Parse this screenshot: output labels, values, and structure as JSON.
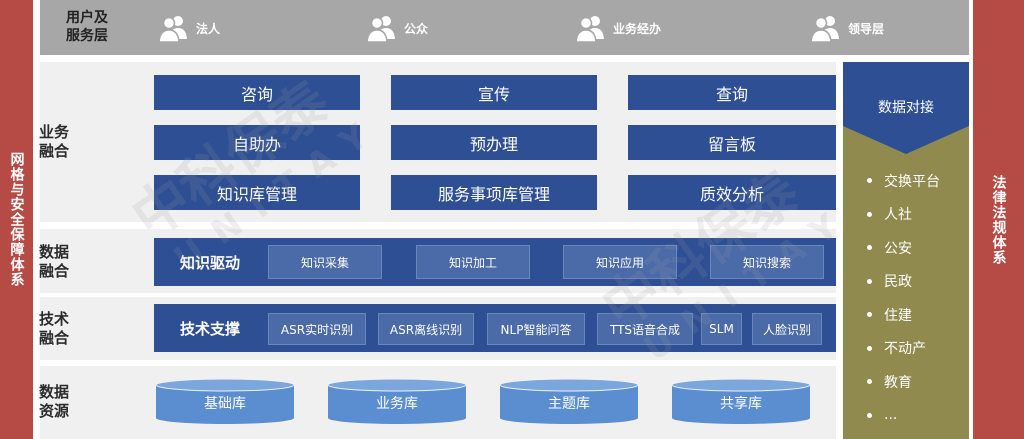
{
  "sides": {
    "left": "网格与安全保障体系",
    "right": "法律法规体系"
  },
  "top": {
    "label": "用户及服务层",
    "users": [
      {
        "icon": "person-icon",
        "label": "法人"
      },
      {
        "icon": "person-icon",
        "label": "公众"
      },
      {
        "icon": "person-icon",
        "label": "业务经办"
      },
      {
        "icon": "person-icon",
        "label": "领导层"
      }
    ]
  },
  "business": {
    "label": "业务融合",
    "items": [
      "咨询",
      "宣传",
      "查询",
      "自助办",
      "预办理",
      "留言板",
      "知识库管理",
      "服务事项库管理",
      "质效分析"
    ]
  },
  "data_fusion": {
    "label": "数据融合",
    "title": "知识驱动",
    "items": [
      "知识采集",
      "知识加工",
      "知识应用",
      "知识搜索"
    ]
  },
  "tech": {
    "label": "技术融合",
    "title": "技术支撑",
    "items": [
      "ASR实时识别",
      "ASR离线识别",
      "NLP智能问答",
      "TTS语音合成",
      "SLM",
      "人脸识别"
    ]
  },
  "resources": {
    "label": "数据资源",
    "items": [
      "基础库",
      "业务库",
      "主题库",
      "共享库"
    ]
  },
  "docking": {
    "title": "数据对接",
    "items": [
      "交换平台",
      "人社",
      "公安",
      "民政",
      "住建",
      "不动产",
      "教育",
      "..."
    ]
  },
  "watermark": {
    "cn": "中科保泰",
    "en": "UNITAY"
  },
  "colors": {
    "blue": "#2e4f94",
    "chip": "#4a6aa8",
    "red": "#b64a45",
    "olive": "#918a4e",
    "gray": "#a7a7a7",
    "cylinder": "#5b8ed0"
  }
}
